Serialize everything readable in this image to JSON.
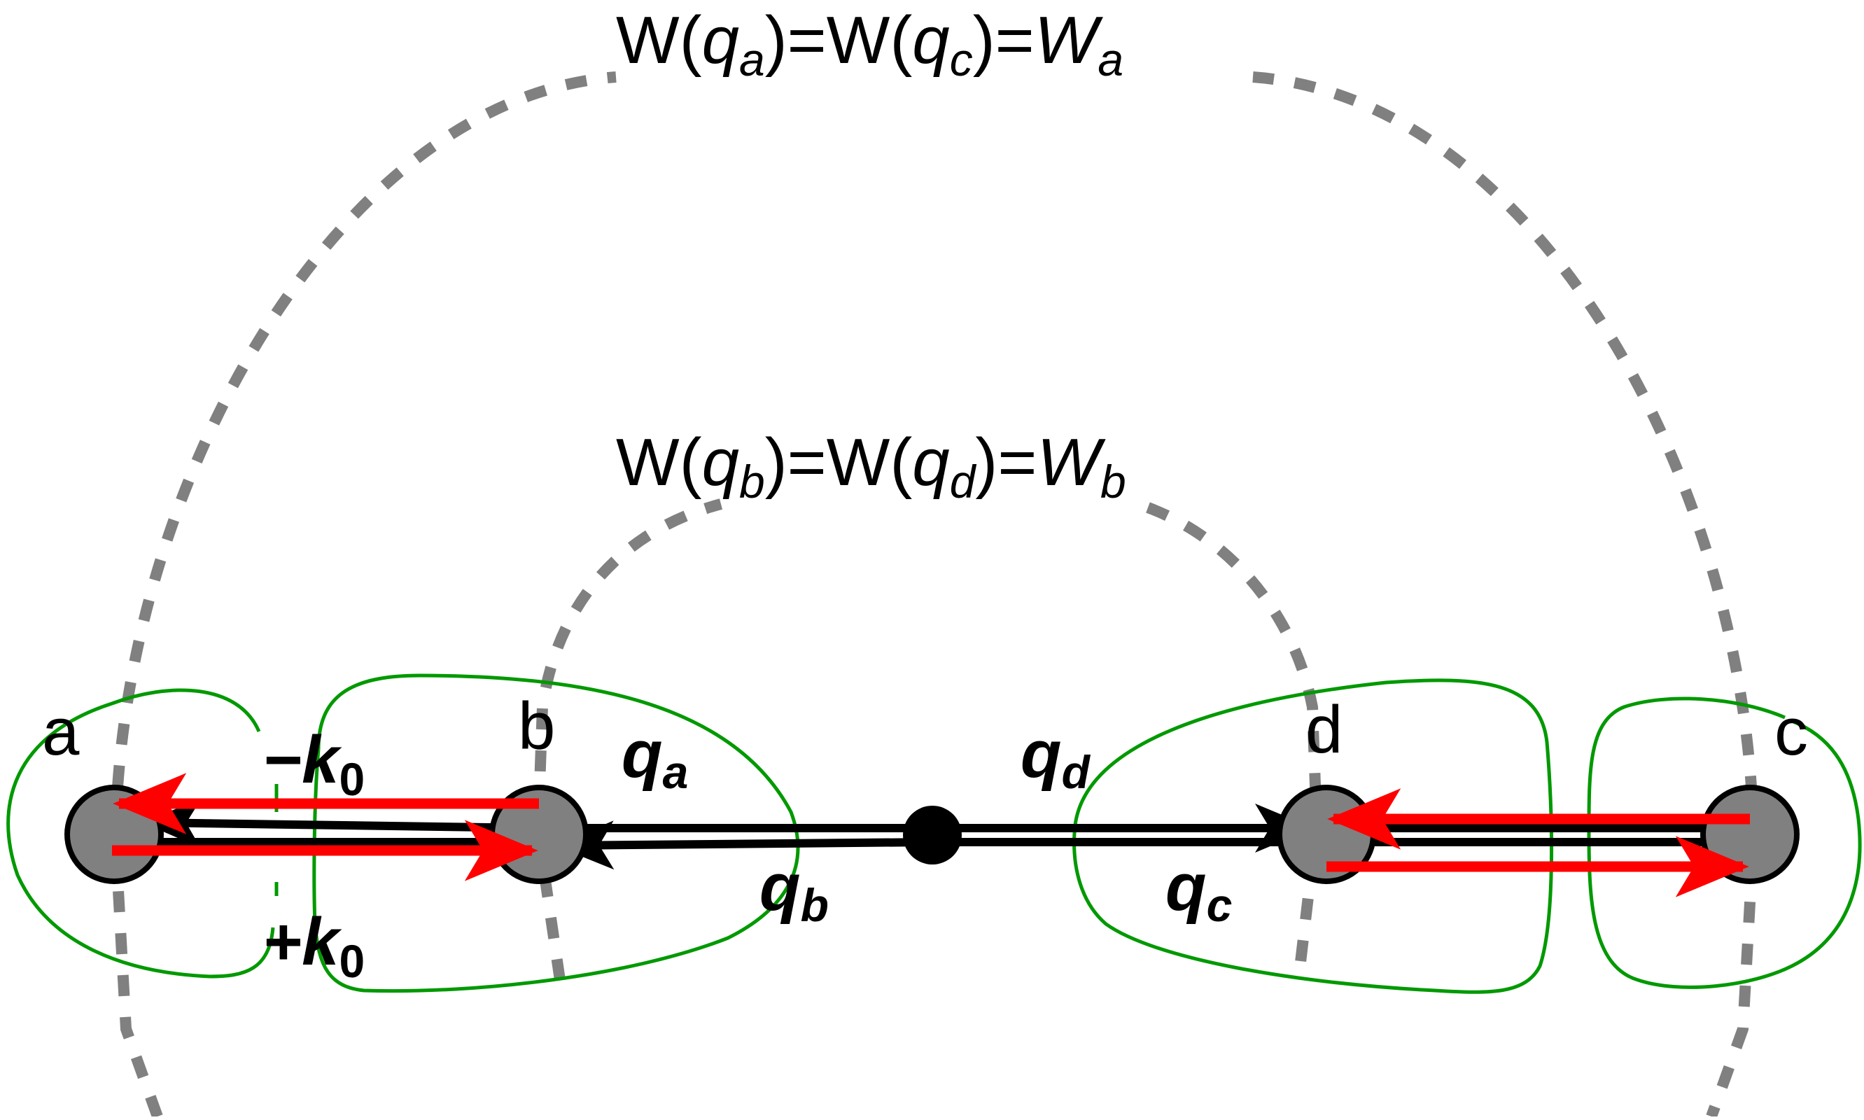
{
  "colors": {
    "background": "#ffffff",
    "dotted_circle": "#808080",
    "outline_green": "#009900",
    "arrow_red": "#ff0000",
    "arrow_black": "#000000",
    "node_fill": "#808080",
    "center_dot": "#000000"
  },
  "equations": {
    "outer": {
      "w1": "W(",
      "v1": "q",
      "s1": "a",
      "m1": ")=W(",
      "v2": "q",
      "s2": "c",
      "m2": ")=",
      "v3": "W",
      "s3": "a"
    },
    "inner": {
      "w1": "W(",
      "v1": "q",
      "s1": "b",
      "m1": ")=W(",
      "v2": "q",
      "s2": "d",
      "m2": ")=",
      "v3": "W",
      "s3": "b"
    }
  },
  "nodes": {
    "a": "a",
    "b": "b",
    "c": "c",
    "d": "d"
  },
  "momenta": {
    "minus_k0": {
      "sign": "−",
      "v": "k",
      "s": "0"
    },
    "plus_k0": {
      "sign": "+",
      "v": "k",
      "s": "0"
    },
    "qa": {
      "v": "q",
      "s": "a"
    },
    "qb": {
      "v": "q",
      "s": "b"
    },
    "qc": {
      "v": "q",
      "s": "c"
    },
    "qd": {
      "v": "q",
      "s": "d"
    }
  }
}
